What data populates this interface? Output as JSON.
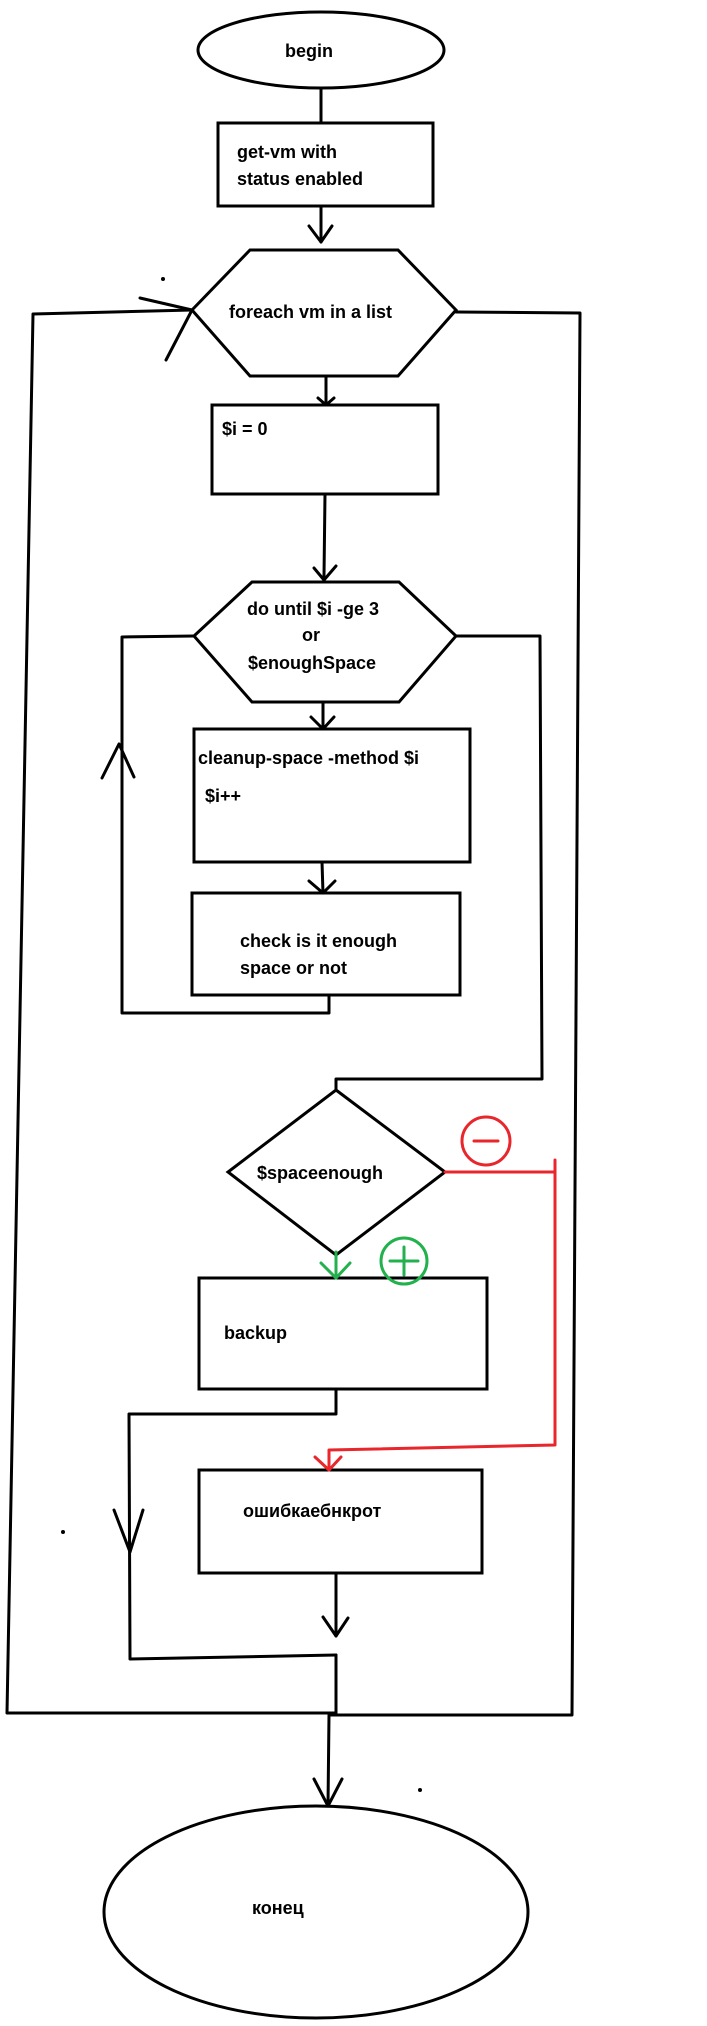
{
  "nodes": {
    "begin": "begin",
    "get_vm": [
      "get-vm with",
      "status enabled"
    ],
    "foreach": "foreach vm in a list",
    "init_i": "$i = 0",
    "do_until": [
      "do until $i -ge 3",
      "or",
      "$enoughSpace"
    ],
    "cleanup": "cleanup-space -method $i",
    "increment": "$i++",
    "check": [
      "check is it enough",
      "space or not"
    ],
    "decision": "$spaceenough",
    "backup": "backup",
    "error": "ошибкаебнкрот",
    "end": "конец"
  },
  "branch_icons": {
    "negative": "minus-circle-icon",
    "positive": "plus-circle-icon"
  },
  "colors": {
    "line": "#000000",
    "negative": "#e8262c",
    "positive": "#22b14c"
  }
}
